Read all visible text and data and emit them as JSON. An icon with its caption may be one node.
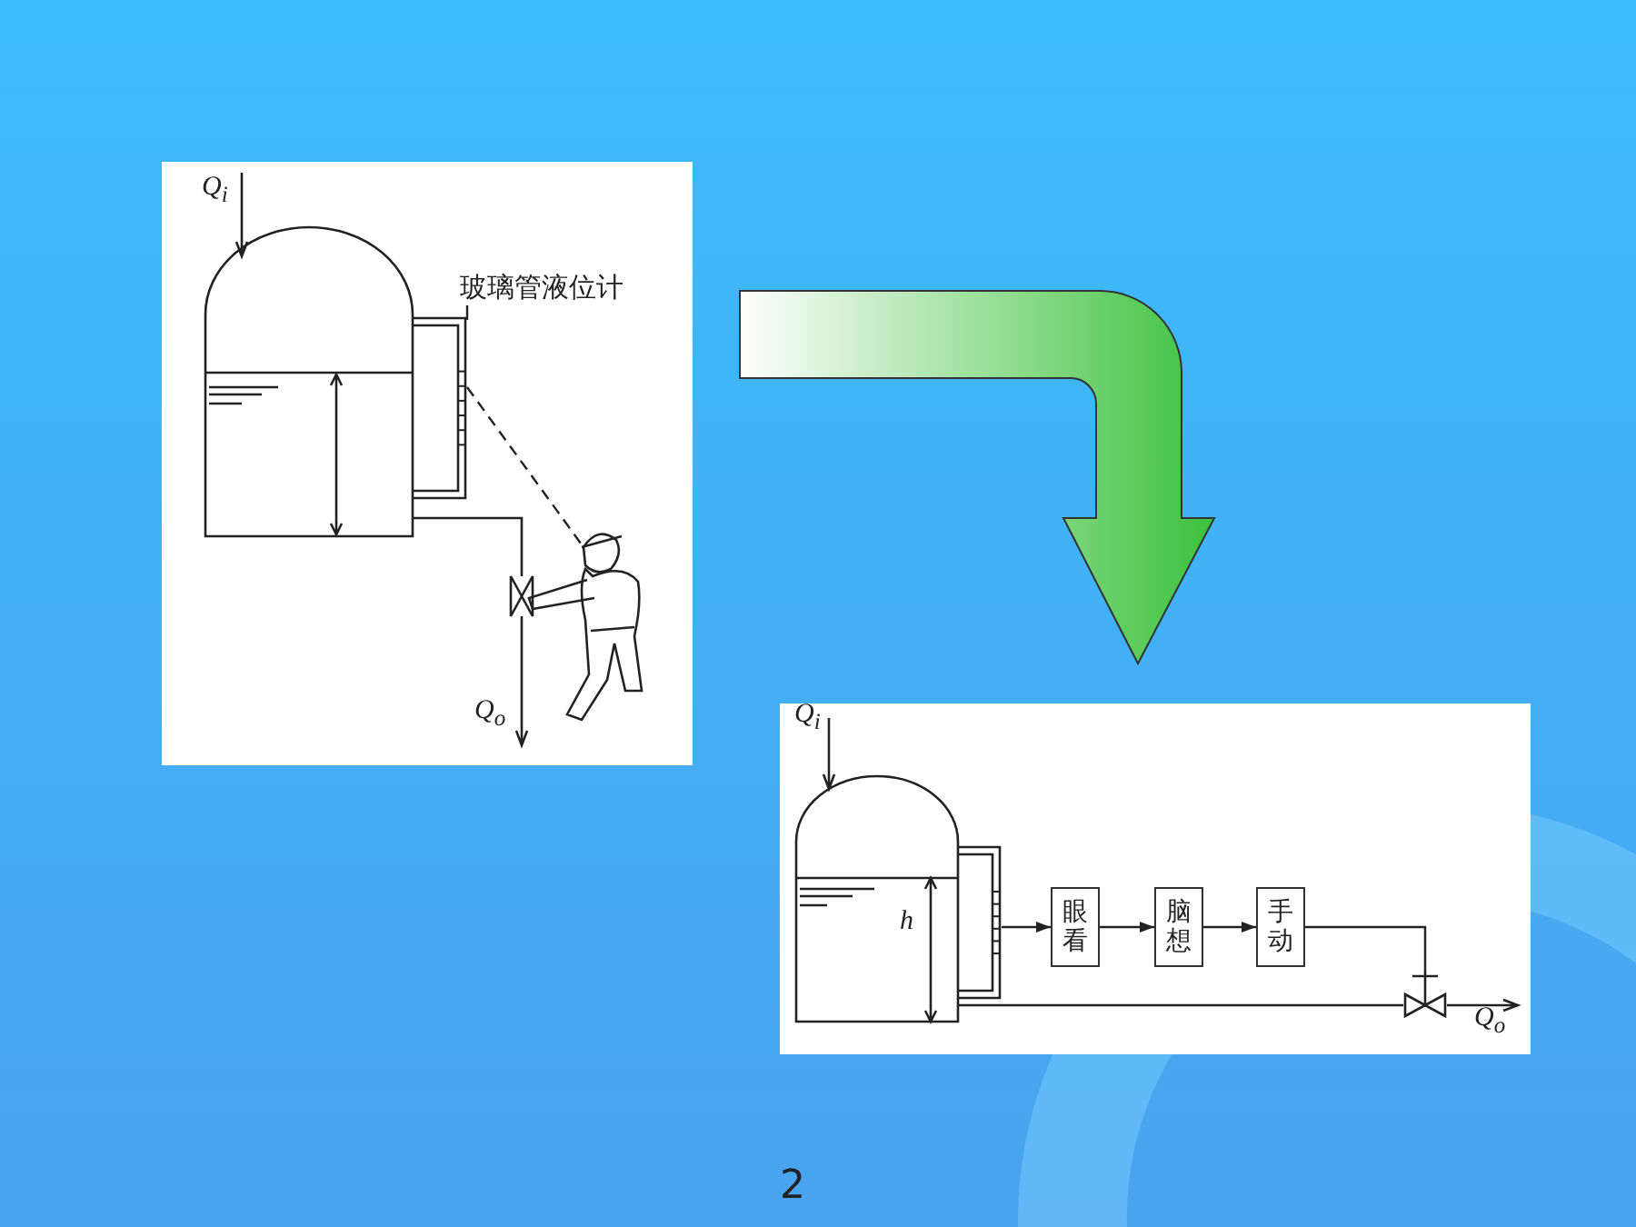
{
  "diagram": {
    "nodes": [
      {
        "text": [],
        "shape": "picture"
      },
      {
        "text": [
          "玻璃管液位计"
        ],
        "in": 0
      },
      {
        "text": [],
        "shape": "picture",
        "in": 0
      },
      {
        "text": [],
        "shape": "picture"
      },
      {
        "text": [],
        "shape": "picture",
        "in": 3
      },
      {
        "text": [
          "眼看"
        ],
        "in": 3
      },
      {
        "text": [
          "脑想"
        ],
        "in": 3
      },
      {
        "text": [
          "手动"
        ],
        "in": 3
      },
      {
        "text": [],
        "shape": "picture",
        "in": 3
      }
    ],
    "edges": [
      {
        "from": 0,
        "to": 3,
        "arrow": "to",
        "style": "thick",
        "color": "#3cc13c"
      },
      {
        "from": 1,
        "to": 2,
        "arrow": "none"
      },
      {
        "from": 4,
        "to": 5,
        "arrow": "to"
      },
      {
        "from": 5,
        "to": 6,
        "arrow": "to"
      },
      {
        "from": 6,
        "to": 7,
        "arrow": "to"
      },
      {
        "from": 7,
        "to": 8,
        "arrow": "none"
      }
    ],
    "labels": [
      "Q$_{i}$",
      "Q$_{o}$",
      "Q$_{i}$",
      "h",
      "Q$_{o}$",
      "2"
    ]
  }
}
